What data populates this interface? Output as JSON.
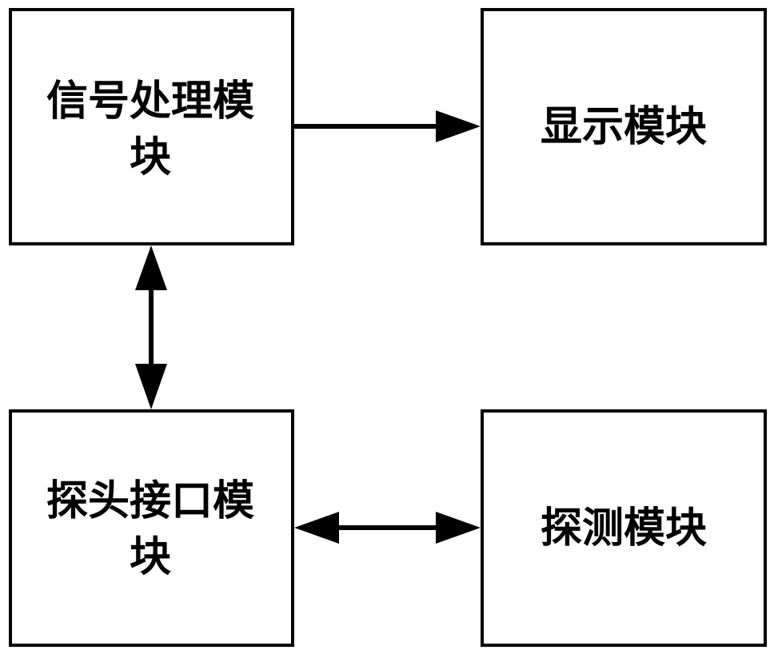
{
  "blocks": {
    "signal_processing": "信号处理模块",
    "display": "显示模块",
    "probe_interface": "探头接口模块",
    "detection": "探测模块"
  },
  "connections": [
    {
      "from": "signal_processing",
      "to": "display",
      "direction": "one-way"
    },
    {
      "from": "signal_processing",
      "to": "probe_interface",
      "direction": "two-way"
    },
    {
      "from": "probe_interface",
      "to": "detection",
      "direction": "two-way"
    }
  ],
  "colors": {
    "line": "#000000",
    "background": "#ffffff"
  }
}
